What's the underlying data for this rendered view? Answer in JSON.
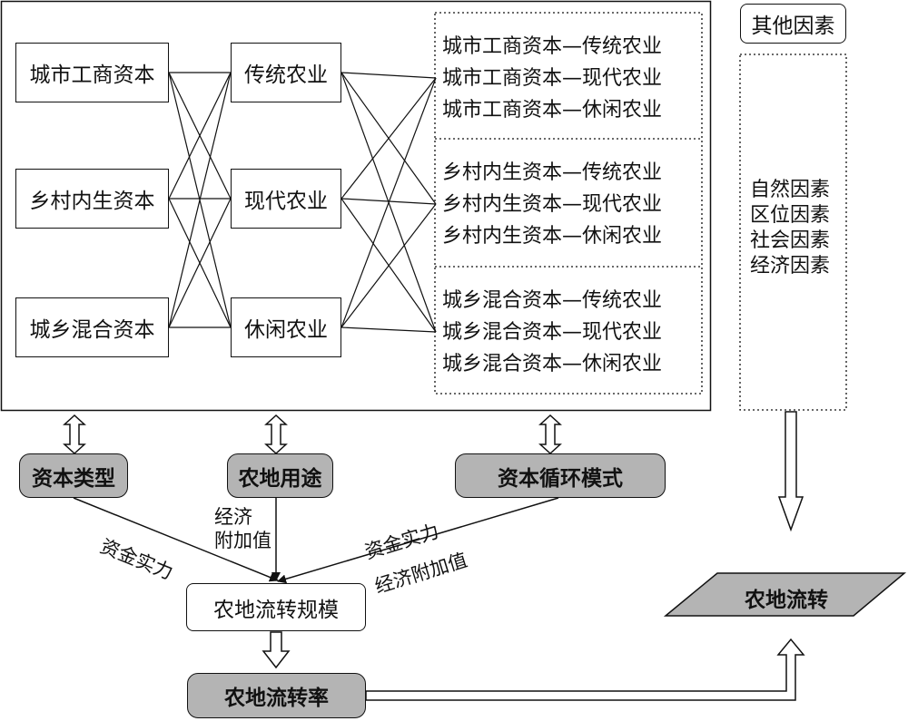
{
  "capital_types": [
    "城市工商资本",
    "乡村内生资本",
    "城乡混合资本"
  ],
  "land_uses": [
    "传统农业",
    "现代农业",
    "休闲农业"
  ],
  "combinations": [
    [
      "城市工商资本—传统农业",
      "城市工商资本—现代农业",
      "城市工商资本—休闲农业"
    ],
    [
      "乡村内生资本—传统农业",
      "乡村内生资本—现代农业",
      "乡村内生资本—休闲农业"
    ],
    [
      "城乡混合资本—传统农业",
      "城乡混合资本—现代农业",
      "城乡混合资本—休闲农业"
    ]
  ],
  "other_factors": {
    "title": "其他因素",
    "items": [
      "自然因素",
      "区位因素",
      "社会因素",
      "经济因素"
    ]
  },
  "dimensions": {
    "capital_type": "资本类型",
    "land_use": "农地用途",
    "capital_cycle_mode": "资本循环模式"
  },
  "edge_labels": {
    "left": "资金实力",
    "middle": [
      "经济",
      "附加值"
    ],
    "right": [
      "资金实力",
      "经济附加值"
    ]
  },
  "scale_box": "农地流转规模",
  "rate_box": "农地流转率",
  "outcome": "农地流转"
}
